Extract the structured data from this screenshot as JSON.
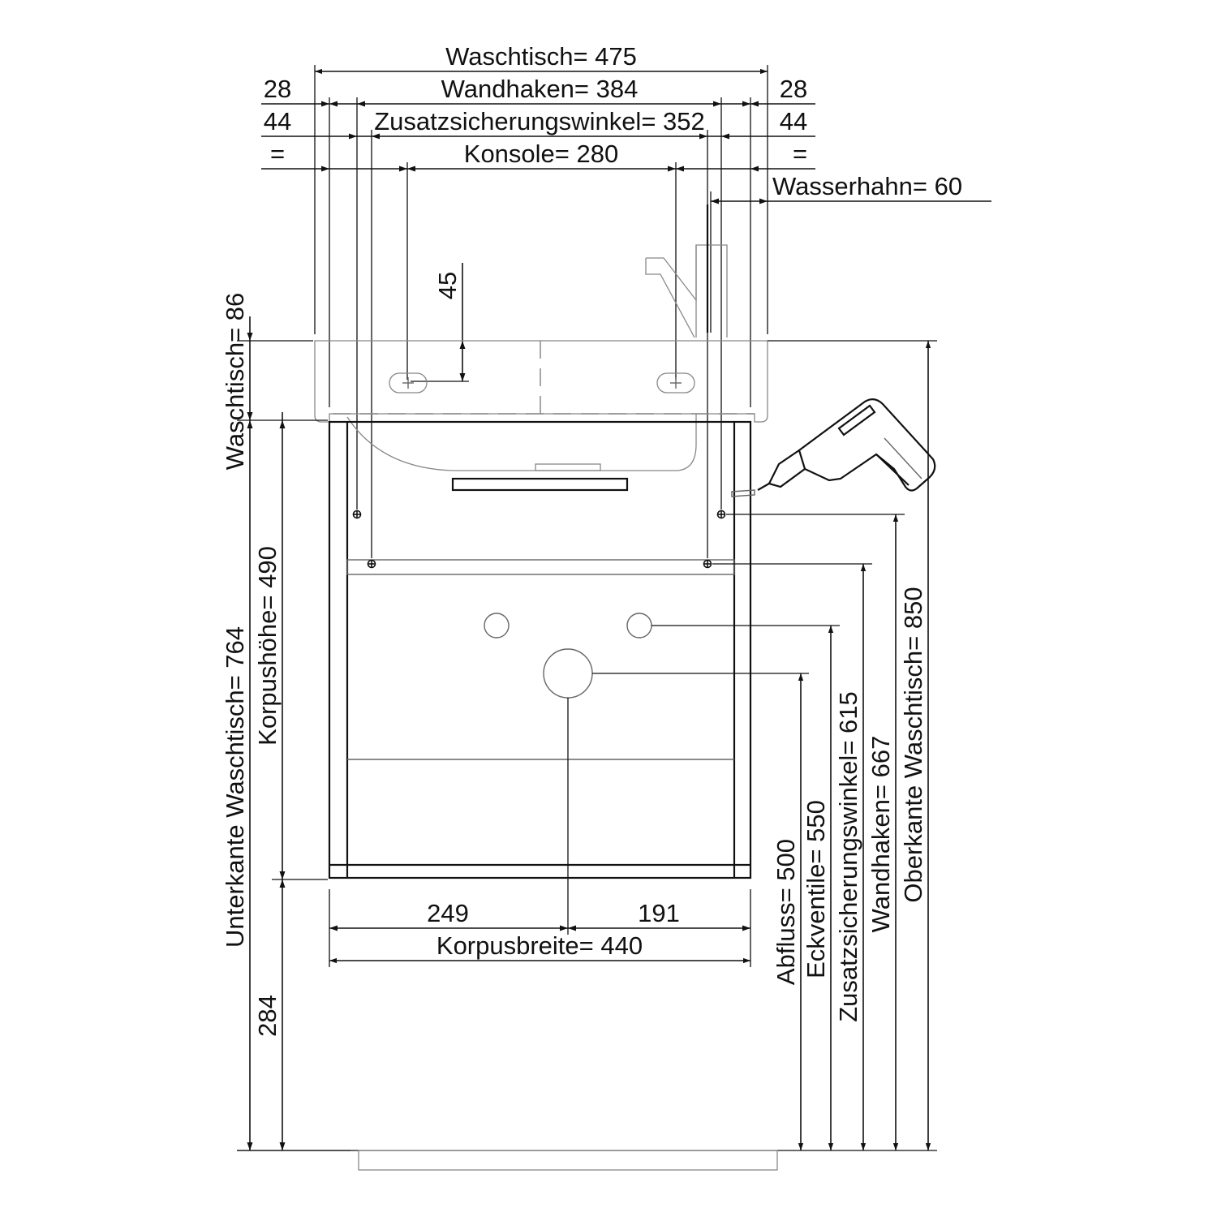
{
  "labels": {
    "waschtisch_width": "Waschtisch=  475",
    "wandhaken_width": "Wandhaken=  384",
    "left_offset_28": "28",
    "right_offset_28": "28",
    "zusatz_width": "Zusatzsicherungswinkel=  352",
    "left_offset_44": "44",
    "right_offset_44": "44",
    "konsole_width": "Konsole=  280",
    "left_equal": "=",
    "right_equal": "=",
    "wasserhahn": "Wasserhahn= 60",
    "slot_height": "45",
    "waschtisch_height": "Waschtisch=  86",
    "korpushoehe": "Korpushöhe=  490",
    "unterkante": "Unterkante Waschtisch=  764",
    "bottom_gap": "284",
    "abfluss": "Abfluss=  500",
    "eckventile": "Eckventile=  550",
    "zusatz_height": "Zusatzsicherungswinkel=  615",
    "wandhaken_height": "Wandhaken=  667",
    "oberkante": "Oberkante Waschtisch=  850",
    "left_width_249": "249",
    "right_width_191": "191",
    "korpusbreite": "Korpusbreite=  440"
  },
  "colors": {
    "line": "#111111",
    "ghost": "#888888",
    "background": "#ffffff"
  },
  "icons": {
    "drill": "cordless-screwdriver-icon"
  }
}
